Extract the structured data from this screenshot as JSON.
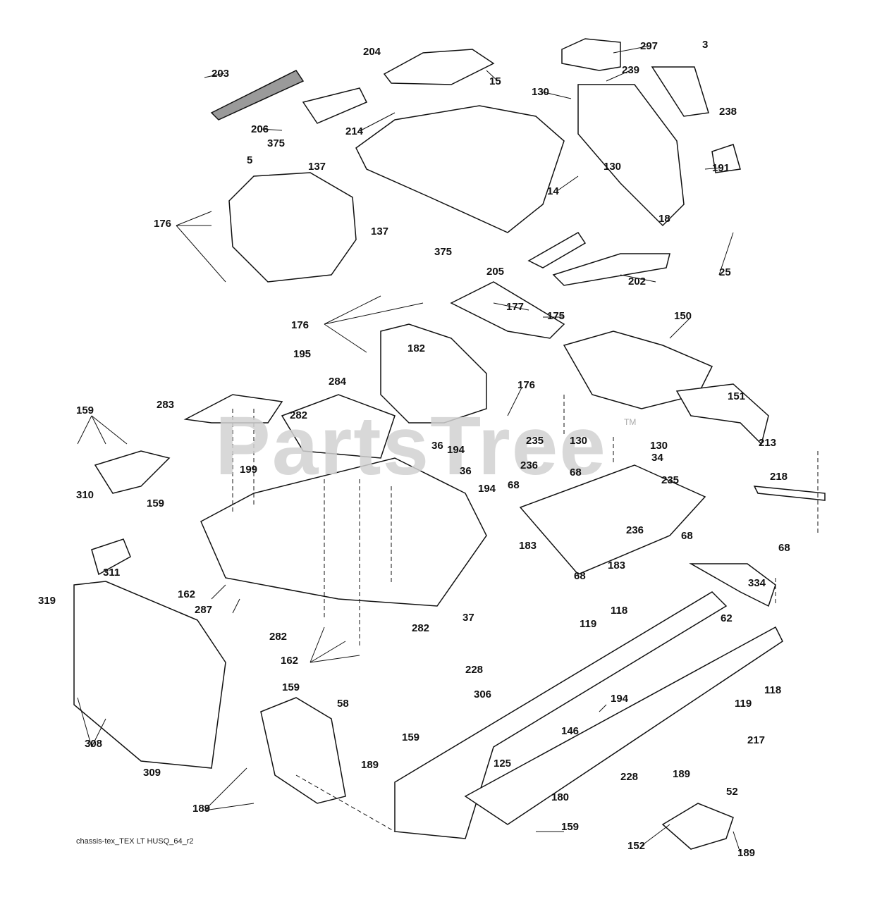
{
  "diagram": {
    "caption": "chassis-tex_TEX LT HUSQ_64_r2",
    "watermark": "PartsTree",
    "watermark_mark": "TM",
    "colors": {
      "line": "#111111",
      "fill": "#ffffff",
      "shade": "#9a9a9a",
      "watermark": "#c8c8c8"
    },
    "labels": [
      "203",
      "204",
      "15",
      "297",
      "3",
      "239",
      "130",
      "238",
      "206",
      "214",
      "137",
      "375",
      "5",
      "14",
      "130",
      "191",
      "18",
      "176",
      "137",
      "375",
      "25",
      "205",
      "202",
      "177",
      "175",
      "150",
      "176",
      "195",
      "182",
      "284",
      "176",
      "283",
      "282",
      "151",
      "159",
      "130",
      "130",
      "235",
      "36",
      "194",
      "213",
      "34",
      "236",
      "68",
      "199",
      "36",
      "235",
      "218",
      "68",
      "194",
      "310",
      "159",
      "236",
      "68",
      "68",
      "183",
      "183",
      "68",
      "311",
      "334",
      "162",
      "319",
      "287",
      "37",
      "62",
      "118",
      "119",
      "282",
      "282",
      "162",
      "159",
      "228",
      "118",
      "306",
      "194",
      "119",
      "58",
      "308",
      "146",
      "217",
      "159",
      "189",
      "125",
      "189",
      "228",
      "180",
      "309",
      "52",
      "189",
      "159",
      "152",
      "189"
    ]
  }
}
